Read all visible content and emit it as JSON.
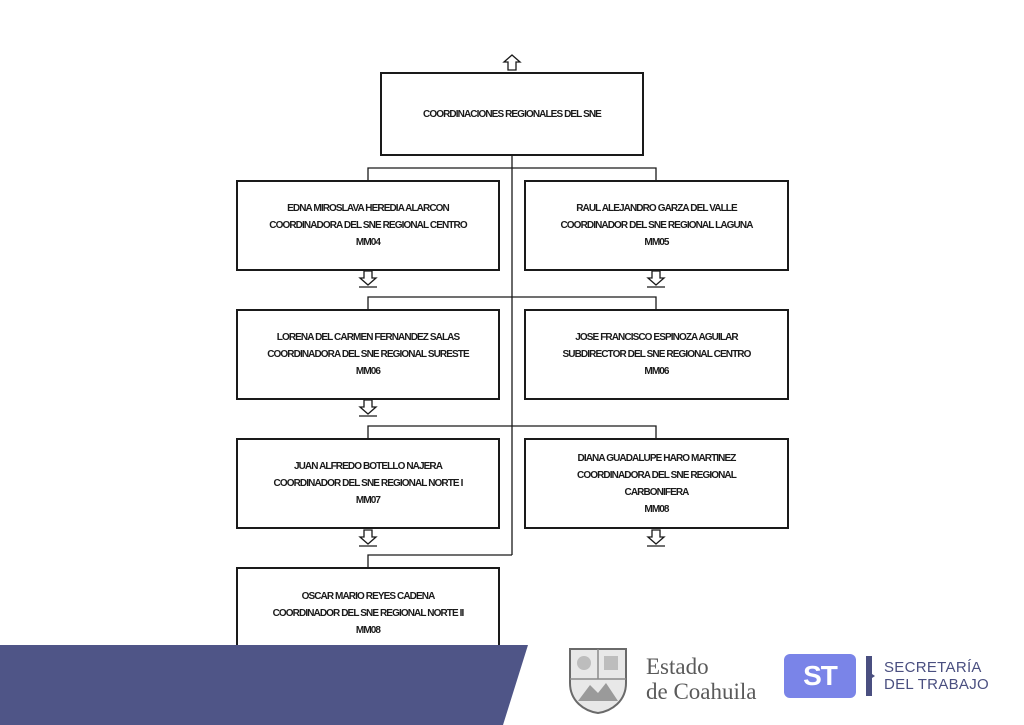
{
  "org_chart": {
    "root": {
      "title": "COORDINACIONES REGIONALES DEL SNE"
    },
    "nodes": [
      {
        "name": "EDNA MIROSLAVA HEREDIA ALARCON",
        "role": "COORDINADORA DEL SNE REGIONAL CENTRO",
        "code": "MM04"
      },
      {
        "name": "RAUL ALEJANDRO GARZA DEL VALLE",
        "role": "COORDINADOR DEL SNE REGIONAL LAGUNA",
        "code": "MM05"
      },
      {
        "name": "LORENA DEL CARMEN FERNANDEZ SALAS",
        "role": "COORDINADORA DEL SNE REGIONAL SURESTE",
        "code": "MM06"
      },
      {
        "name": "JOSE FRANCISCO ESPINOZA AGUILAR",
        "role": "SUBDIRECTOR DEL SNE REGIONAL CENTRO",
        "code": "MM06"
      },
      {
        "name": "JUAN ALFREDO BOTELLO NAJERA",
        "role": "COORDINADOR DEL SNE REGIONAL NORTE I",
        "code": "MM07"
      },
      {
        "name": "DIANA GUADALUPE HARO MARTINEZ",
        "role": "COORDINADORA DEL SNE REGIONAL CARBONIFERA",
        "code": "MM08"
      },
      {
        "name": "OSCAR MARIO REYES CADENA",
        "role": "COORDINADOR DEL SNE REGIONAL NORTE II",
        "code": "MM08"
      }
    ]
  },
  "footer": {
    "coahuila_line1": "Estado",
    "coahuila_line2": "de Coahuila",
    "st_badge": "ST",
    "st_line1": "SECRETARÍA",
    "st_line2": "DEL TRABAJO",
    "band_color": "#4f5587",
    "st_color": "#7a84e8"
  }
}
